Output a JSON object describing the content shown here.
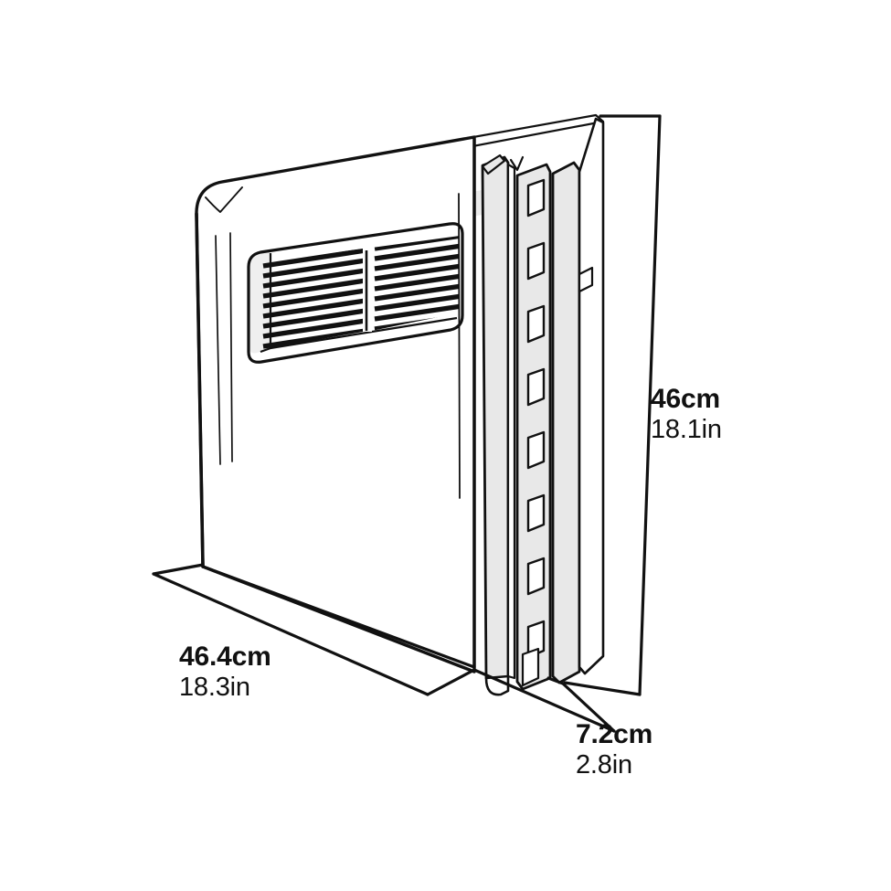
{
  "diagram": {
    "kind": "product-dimension-illustration",
    "subject": "wall-mounted air conditioner / heater unit with mounting rail",
    "view": "three-quarter perspective, front-left",
    "background_color": "#ffffff",
    "line_color": "#111111",
    "shade_color": "#e8e8e8",
    "highlight_color": "#ebebeb"
  },
  "dimensions": {
    "height": {
      "name": "height",
      "metric": "46cm",
      "imperial": "18.1in"
    },
    "width": {
      "name": "width",
      "metric": "46.4cm",
      "imperial": "18.3in"
    },
    "depth": {
      "name": "depth",
      "metric": "7.2cm",
      "imperial": "2.8in"
    }
  },
  "features": {
    "grille": {
      "name": "ventilation-grille",
      "louver_count_left": 10,
      "louver_count_right": 9,
      "has_center_divider": true
    },
    "rail": {
      "name": "mounting-rail",
      "slot_count": 8
    }
  }
}
